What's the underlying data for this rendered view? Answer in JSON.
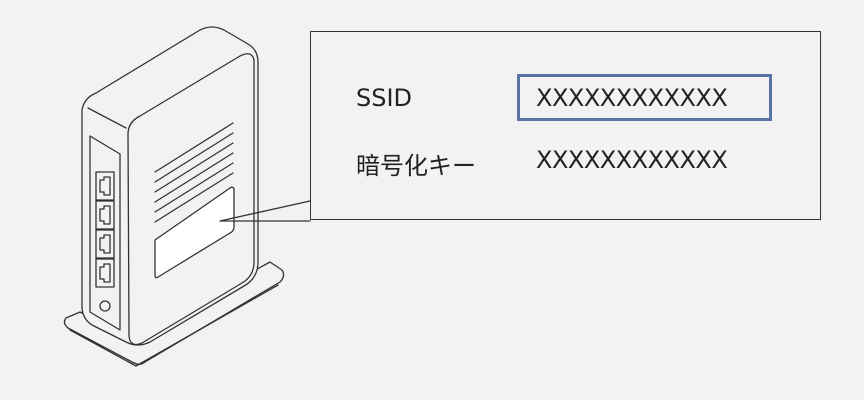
{
  "diagram": {
    "subject": "wireless router with label",
    "label_callout": {
      "rows": [
        {
          "label": "SSID",
          "value": "XXXXXXXXXXXX",
          "highlighted": true
        },
        {
          "label": "暗号化キー",
          "value": "XXXXXXXXXXXX",
          "highlighted": false
        }
      ]
    },
    "colors": {
      "background": "#f2f2f2",
      "line": "#333333",
      "highlight": "#5a73a6",
      "label": "#ffffff"
    }
  }
}
